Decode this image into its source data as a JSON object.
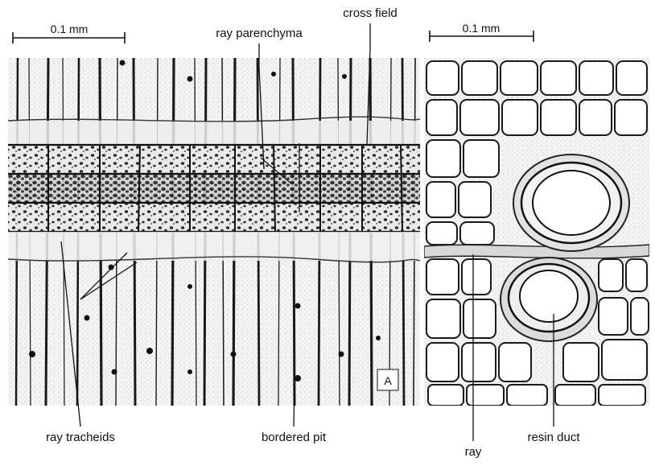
{
  "scale_bars": {
    "left": "0.1 mm",
    "right": "0.1 mm"
  },
  "labels": {
    "ray_parenchyma": "ray parenchyma",
    "cross_field": "cross field",
    "ray_tracheids": "ray tracheids",
    "bordered_pit": "bordered pit",
    "ray": "ray",
    "resin_duct": "resin duct"
  },
  "panel_letter": "A"
}
